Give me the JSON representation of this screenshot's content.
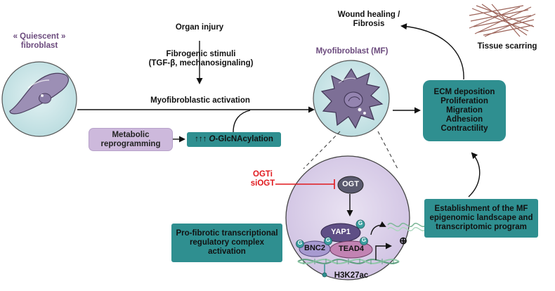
{
  "labels": {
    "quiescent_line1": "« Quiescent »",
    "quiescent_line2": "fibroblast",
    "organ_injury": "Organ injury",
    "fibrogenic_line1": "Fibrogenic stimuli",
    "fibrogenic_line2": "(TGF-β, mechanosignaling)",
    "myofibroblastic_activation": "Myofibroblastic activation",
    "myofibroblast": "Myofibroblast (MF)",
    "wound_line1": "Wound healing /",
    "wound_line2": "Fibrosis",
    "tissue_scarring": "Tissue scarring",
    "ogti": "OGTi",
    "siogt": "siOGT",
    "h3k27ac": "H3K27ac"
  },
  "boxes": {
    "metabolic_line1": "Metabolic",
    "metabolic_line2": "reprogramming",
    "glcnac_arrows": "↑↑↑",
    "glcnac_o": "O",
    "glcnac_rest": "-GlcNAcylation",
    "ecm_lines": [
      "ECM deposition",
      "Proliferation",
      "Migration",
      "Adhesion",
      "Contractility"
    ],
    "establishment_lines": [
      "Establishment of the MF",
      "epigenomic landscape and",
      "transcriptomic program"
    ],
    "profibrotic_lines": [
      "Pro-fibrotic transcriptional",
      "regulatory complex",
      "activation"
    ]
  },
  "proteins": {
    "ogt": "OGT",
    "yap1": "YAP1",
    "bnc2": "BNC2",
    "tead4": "TEAD4",
    "g_mark": "G",
    "plus_mark": "⊕"
  },
  "colors": {
    "teal": "#2f8f90",
    "lilac": "#cdb9dc",
    "cell_purple": "#9c8fb5",
    "myofibroblast_purple": "#7d6f96",
    "red": "#e0191e",
    "dna_green": "#7fb89a"
  }
}
